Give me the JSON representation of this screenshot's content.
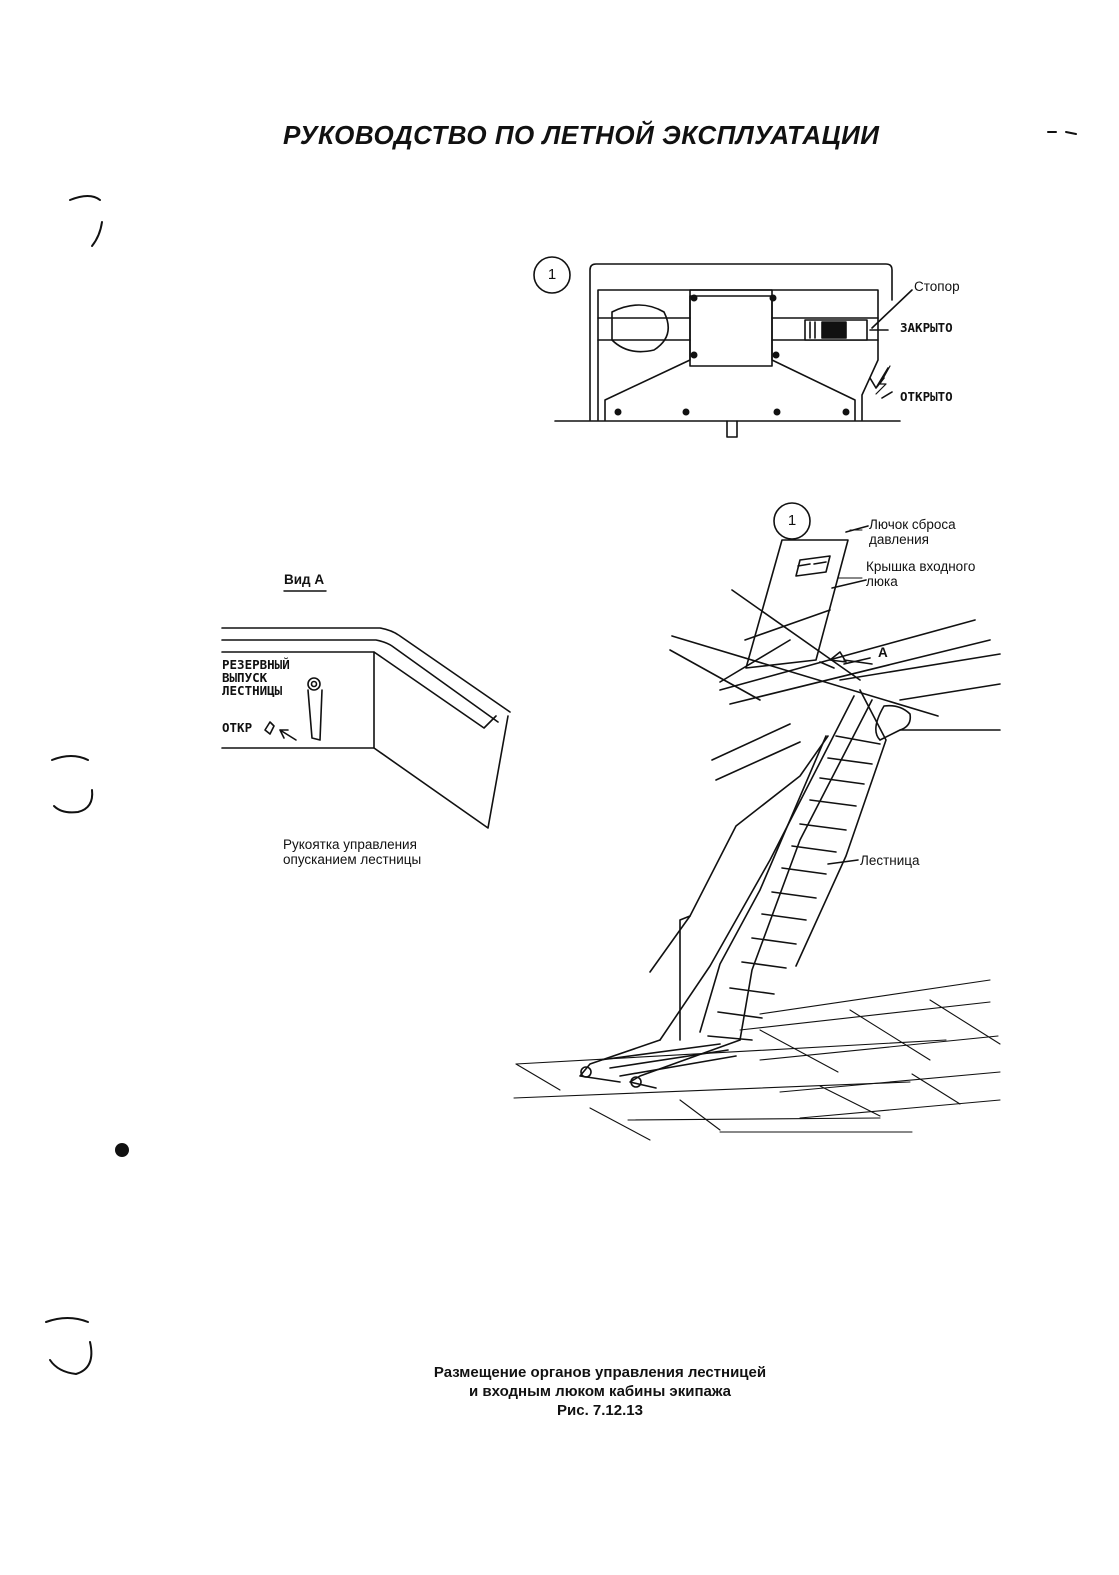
{
  "header": {
    "title": "РУКОВОДСТВО ПО ЛЕТНОЙ ЭКСПЛУАТАЦИИ"
  },
  "hatch_detail": {
    "callout": "1",
    "stopper": "Стопор",
    "closed": "ЗАКРЫТО",
    "open": "ОТКРЫТО"
  },
  "view_a": {
    "title": "Вид А",
    "placard": [
      "РЕЗЕРВНЫЙ",
      "ВЫПУСК",
      "ЛЕСТНИЦЫ"
    ],
    "open_short": "ОТКР",
    "handle_caption": [
      "Рукоятка управления",
      "опусканием лестницы"
    ]
  },
  "ladder_view": {
    "callout": "1",
    "relief_hatch": [
      "Лючок сброса",
      "давления"
    ],
    "hatch_cover": [
      "Крышка входного",
      "люка"
    ],
    "view_arrow": "А",
    "ladder": "Лестница"
  },
  "figure_caption": {
    "line1": "Размещение органов управления лестницей",
    "line2": "и входным люком кабины экипажа",
    "number": "Рис. 7.12.13"
  }
}
